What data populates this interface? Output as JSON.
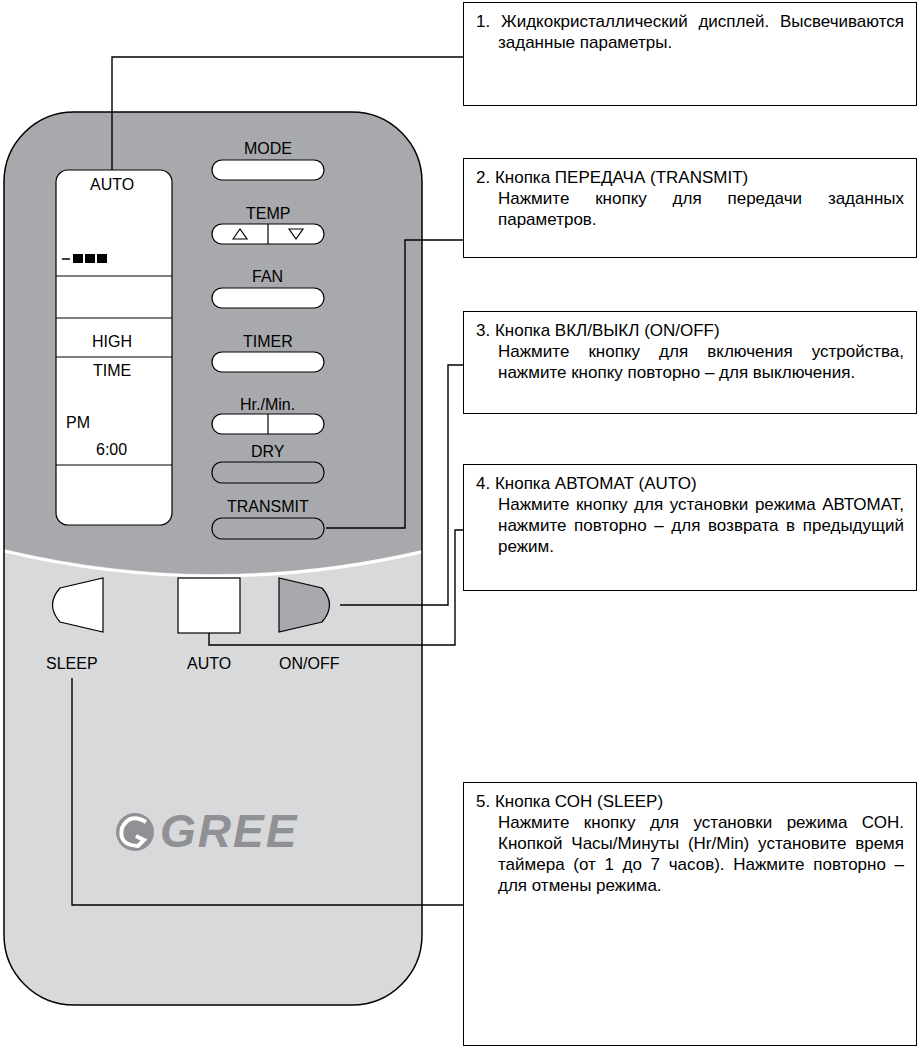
{
  "diagram": {
    "nodes": [
      {
        "text": [
          "1. Жидкокристаллический дисплей. Высвечиваются заданные параметры."
        ]
      },
      {
        "text": [
          "2. Кнопка ПЕРЕДАЧА (TRANSMIT)",
          "Нажмите кнопку для передачи заданных параметров."
        ]
      },
      {
        "text": [
          "3. Кнопка ВКЛ/ВЫКЛ (ON/OFF)",
          "Нажмите кнопку для включения устройства, нажмите кнопку повторно – для выключения."
        ]
      },
      {
        "text": [
          "4. Кнопка АВТОМАТ (AUTO)",
          "Нажмите кнопку для установки режима АВТОМАТ, нажмите повторно – для возврата в предыдущий режим."
        ]
      },
      {
        "text": [
          "5. Кнопка СОН (SLEEP)",
          "Нажмите кнопку для установки режима СОН. Кнопкой Часы/Минуты (Hr/Min) установите время таймера (от 1 до 7 часов). Нажмите повторно – для отмены режима."
        ]
      }
    ],
    "labels": [
      "AUTO",
      "MODE",
      "TEMP",
      "FAN",
      "TIMER",
      "HIGH",
      "TIME",
      "Hr./Min.",
      "PM",
      "6:00",
      "DRY",
      "TRANSMIT",
      "SLEEP",
      "AUTO",
      "ON/OFF",
      "GREE"
    ]
  }
}
